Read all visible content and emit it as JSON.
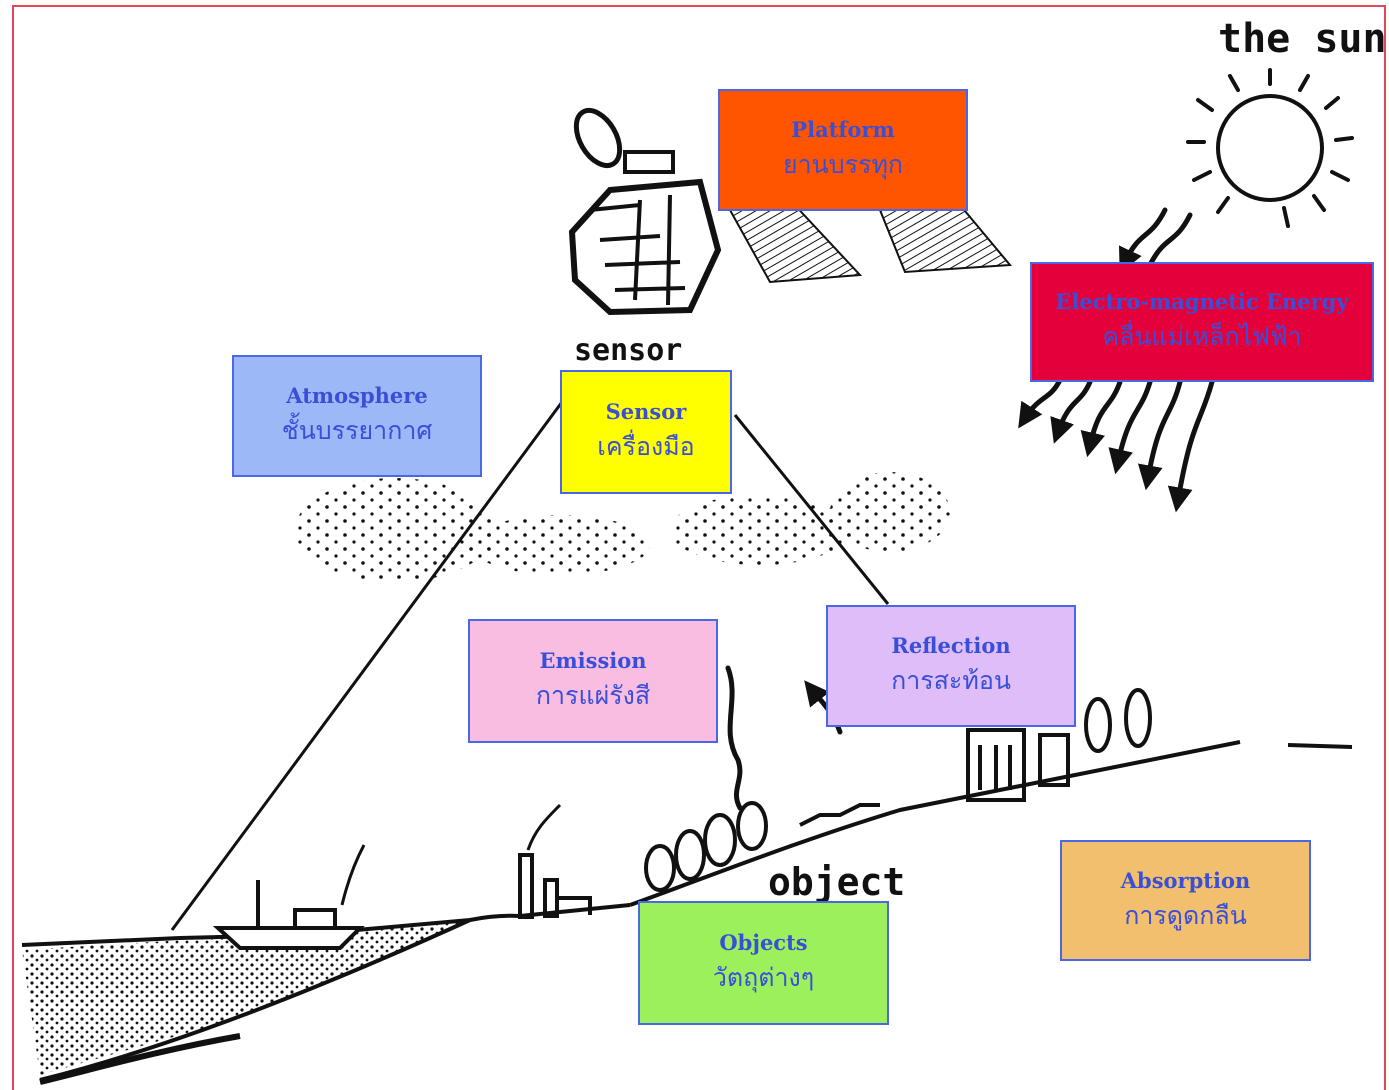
{
  "sketch_labels": {
    "sun": "the sun",
    "sensor": "sensor",
    "object": "object"
  },
  "boxes": [
    {
      "id": "platform",
      "en": "Platform",
      "th": "ยานบรรทุก",
      "bg": "#ff5500",
      "text_color": "#3a4fd8"
    },
    {
      "id": "em-energy",
      "en": "Electro-magnetic Energy",
      "th": "คลื่นแม่เหล็กไฟฟ้า",
      "bg": "#e4003a",
      "text_color": "#3a4fd8"
    },
    {
      "id": "atmosphere",
      "en": "Atmosphere",
      "th": "ชั้นบรรยากาศ",
      "bg": "#9db8f7",
      "text_color": "#3a4fd8"
    },
    {
      "id": "sensor",
      "en": "Sensor",
      "th": "เครื่องมือ",
      "bg": "#ffff00",
      "text_color": "#3a4fd8"
    },
    {
      "id": "emission",
      "en": "Emission",
      "th": "การแผ่รังสี",
      "bg": "#f8bde0",
      "text_color": "#3a4fd8"
    },
    {
      "id": "reflection",
      "en": "Reflection",
      "th": "การสะท้อน",
      "bg": "#dfbdf9",
      "text_color": "#3a4fd8"
    },
    {
      "id": "objects",
      "en": "Objects",
      "th": "วัตถุต่างๆ",
      "bg": "#9cf05c",
      "text_color": "#3a4fd8"
    },
    {
      "id": "absorption",
      "en": "Absorption",
      "th": "การดูดกลืน",
      "bg": "#f1bf6d",
      "text_color": "#3a4fd8"
    }
  ],
  "colors": {
    "frame_border": "#e0475a",
    "box_border": "#4a67e8"
  }
}
